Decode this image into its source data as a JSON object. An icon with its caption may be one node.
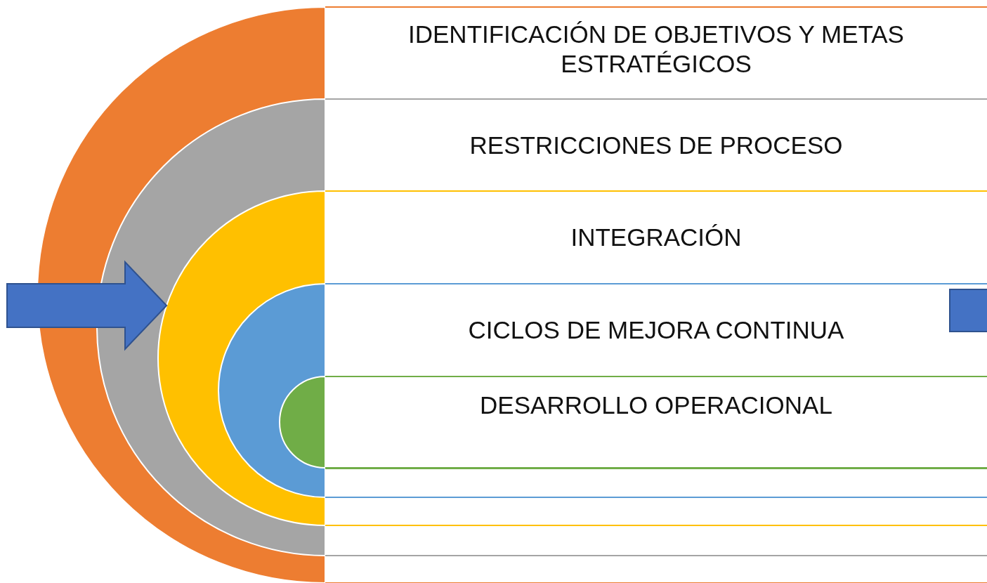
{
  "diagram": {
    "nodes": [
      {
        "text": [
          "IDENTIFICACIÓN DE OBJETIVOS Y METAS ESTRATÉGICOS"
        ]
      },
      {
        "text": [
          "RESTRICCIONES DE PROCESO"
        ],
        "in": 0
      },
      {
        "text": [
          "INTEGRACIÓN"
        ],
        "in": 1
      },
      {
        "text": [
          "CICLOS DE MEJORA CONTINUA"
        ],
        "in": 2
      },
      {
        "text": [
          "DESARROLLO OPERACIONAL"
        ],
        "in": 3
      }
    ],
    "edges": [
      {
        "from": null,
        "to": 2,
        "arrow": "to"
      }
    ]
  }
}
